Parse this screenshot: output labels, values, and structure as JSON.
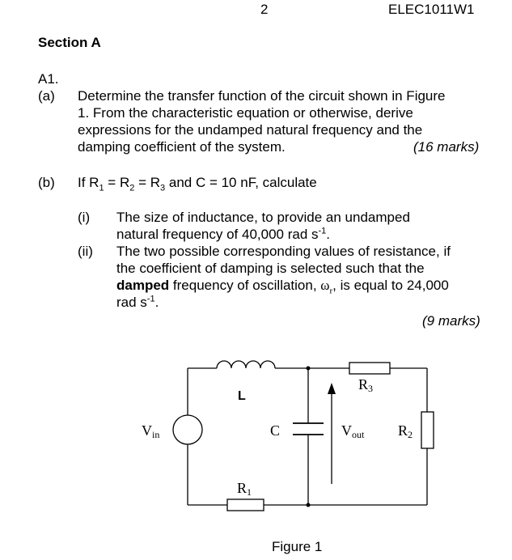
{
  "header": {
    "page_number": "2",
    "course_code": "ELEC1011W1"
  },
  "section_title": "Section A",
  "question": {
    "label": "A1.",
    "part_a": {
      "label": "(a)",
      "lines": [
        "Determine the transfer function of the circuit shown in Figure",
        "1.  From the characteristic equation or otherwise, derive",
        "expressions for the undamped natural frequency and the",
        "damping coefficient of the system."
      ],
      "marks": "(16 marks)"
    },
    "part_b": {
      "label": "(b)",
      "intro": {
        "if": "If R",
        "s1": "1",
        "eq1": " = R",
        "s2": "2",
        "eq2": " = R",
        "s3": "3",
        "rest": " and C = 10 nF, calculate"
      },
      "sub_i": {
        "label": "(i)",
        "line1": "The size of inductance, to provide an undamped",
        "line2_pre": "natural frequency of 40,000 rad s",
        "line2_sup": "-1",
        "line2_post": "."
      },
      "sub_ii": {
        "label": "(ii)",
        "line1": "The two possible corresponding values of resistance, if",
        "line2": "the coefficient of damping is selected such that the",
        "line3_bold": "damped",
        "line3_mid": " frequency of oscillation, ",
        "omega": "ω",
        "omega_sub": "r",
        "line3_post": ", is equal to 24,000",
        "line4_pre": "rad s",
        "line4_sup": "-1",
        "line4_post": "."
      },
      "marks": "(9 marks)"
    }
  },
  "figure": {
    "caption": "Figure 1",
    "labels": {
      "inductor": "L",
      "capacitor": "C",
      "source_main": "V",
      "source_sub": "in",
      "output_main": "V",
      "output_sub": "out",
      "r1_main": "R",
      "r1_sub": "1",
      "r2_main": "R",
      "r2_sub": "2",
      "r3_main": "R",
      "r3_sub": "3"
    }
  }
}
